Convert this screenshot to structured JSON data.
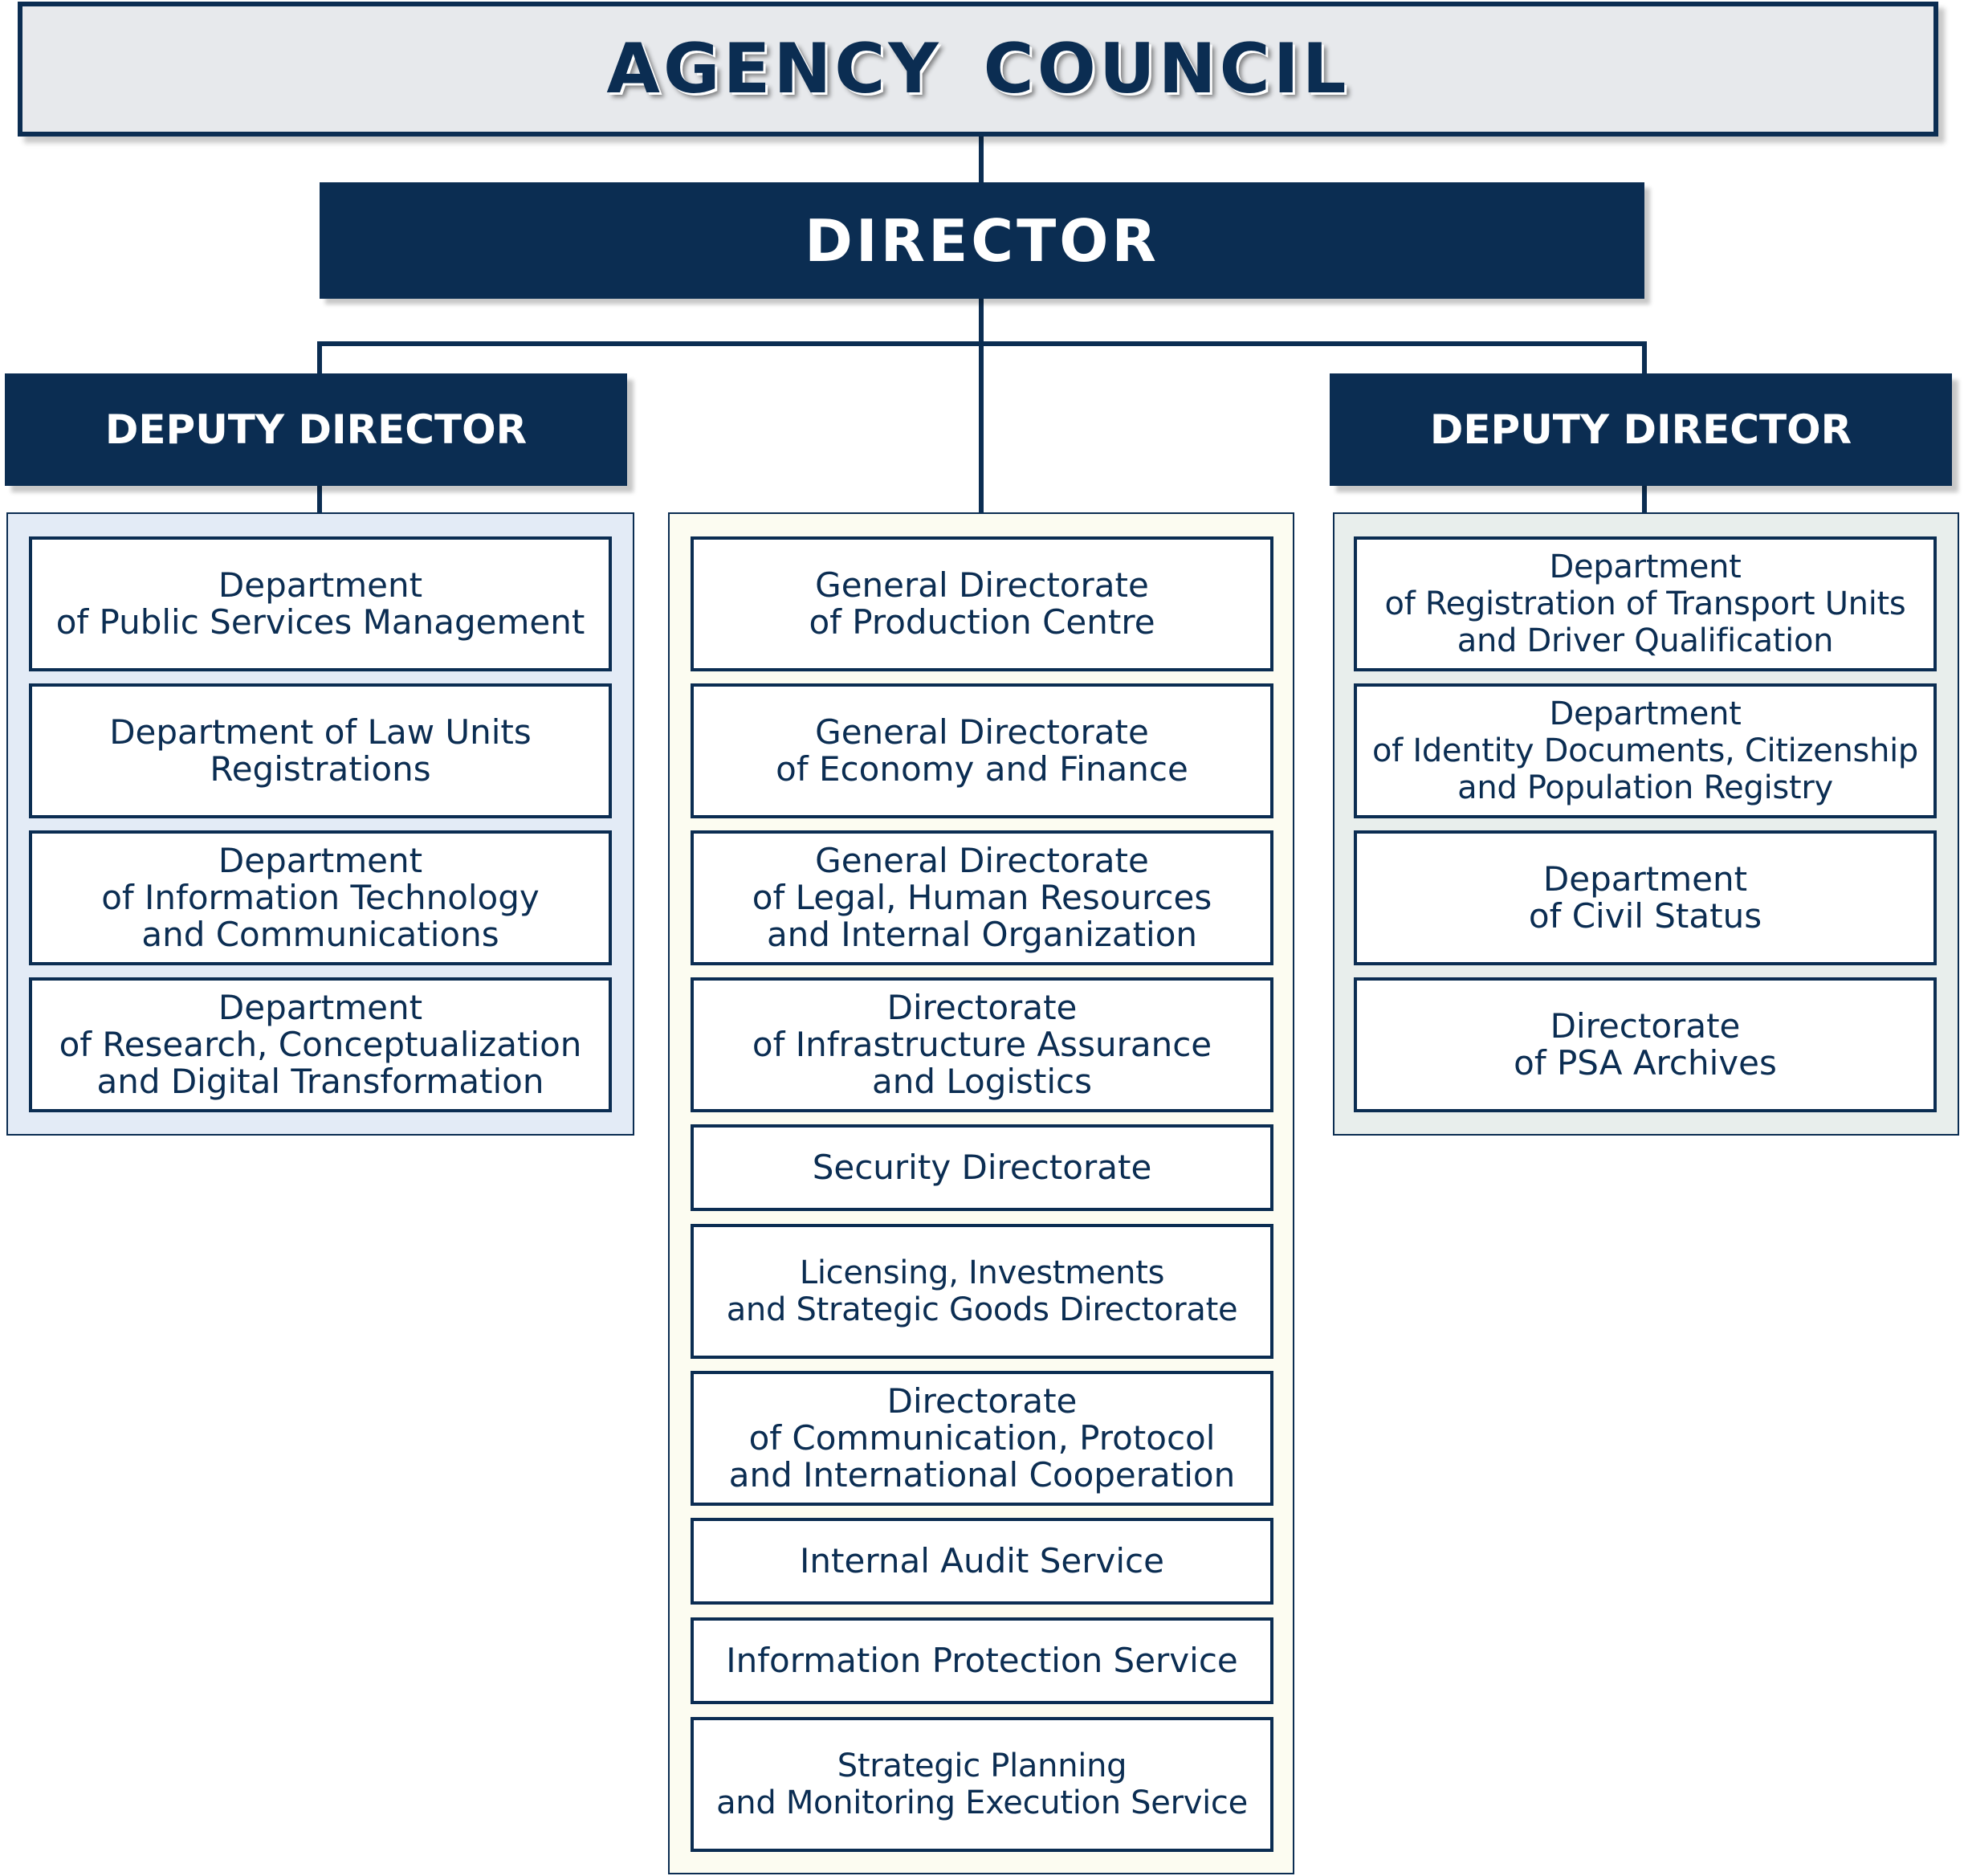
{
  "council": {
    "title": "AGENCY COUNCIL"
  },
  "director": {
    "title": "DIRECTOR"
  },
  "deputy_left": {
    "title": "DEPUTY DIRECTOR"
  },
  "deputy_right": {
    "title": "DEPUTY DIRECTOR"
  },
  "left_units": [
    "Department\nof Public Services Management",
    "Department of Law Units\nRegistrations",
    "Department\nof Information Technology\nand Communications",
    "Department\nof Research, Conceptualization\nand Digital Transformation"
  ],
  "center_units": [
    "General Directorate\nof Production Centre",
    "General Directorate\nof Economy and Finance",
    "General Directorate\nof Legal, Human Resources\nand Internal Organization",
    "Directorate\nof Infrastructure Assurance\nand Logistics",
    "Security Directorate",
    "Licensing, Investments\nand Strategic Goods Directorate",
    "Directorate\nof Communication, Protocol\nand International Cooperation",
    "Internal Audit Service",
    "Information Protection Service",
    "Strategic Planning\nand Monitoring Execution Service"
  ],
  "right_units": [
    "Department\nof Registration of Transport Units\nand Driver Qualification",
    "Department\nof Identity Documents, Citizenship\nand Population Registry",
    "Department\nof Civil Status",
    "Directorate\nof PSA Archives"
  ]
}
